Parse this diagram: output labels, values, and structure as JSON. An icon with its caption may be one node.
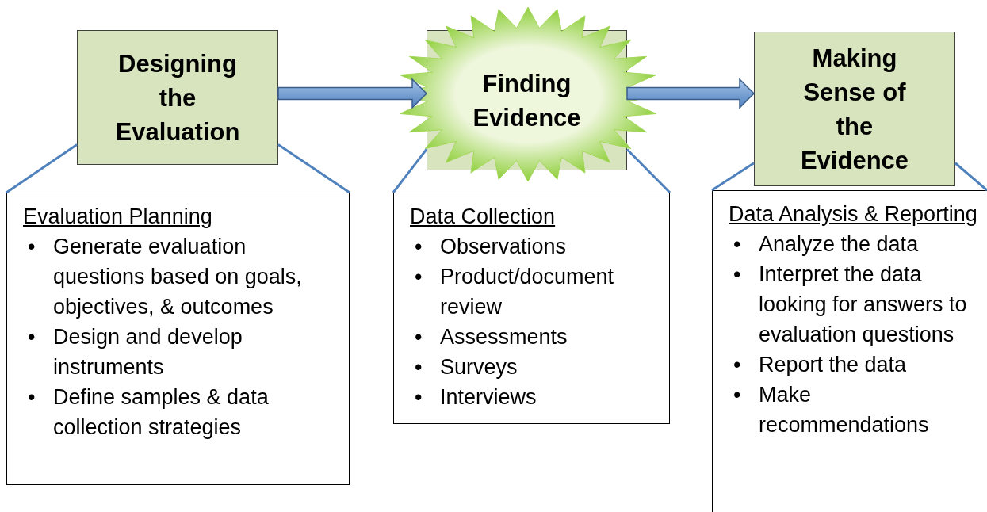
{
  "diagram": {
    "nodes": [
      {
        "text": [
          "Designing the Evaluation"
        ]
      },
      {
        "text": [
          "Finding Evidence"
        ]
      },
      {
        "text": [
          "Making Sense of the Evidence"
        ]
      },
      {
        "text": [
          "Evaluation Planning",
          "• Generate evaluation questions based on goals, objectives, & outcomes",
          "• Design and develop instruments",
          "• Define samples & data collection strategies"
        ]
      },
      {
        "text": [
          "Data Collection",
          "• Observations",
          "• Product/document review",
          "• Assessments",
          "• Surveys",
          "• Interviews"
        ]
      },
      {
        "text": [
          "Data Analysis & Reporting",
          "• Analyze the data",
          "• Interpret the data looking for answers to evaluation questions",
          "• Report the data",
          "• Make recommendations"
        ]
      }
    ],
    "edges": [
      {
        "from": 0,
        "to": 1,
        "arrow": "to",
        "style": "thick"
      },
      {
        "from": 1,
        "to": 2,
        "arrow": "to",
        "style": "thick"
      },
      {
        "from": 0,
        "to": 3,
        "arrow": "none"
      },
      {
        "from": 0,
        "to": 3,
        "arrow": "none"
      },
      {
        "from": 1,
        "to": 4,
        "arrow": "none"
      },
      {
        "from": 1,
        "to": 4,
        "arrow": "none"
      },
      {
        "from": 2,
        "to": 5,
        "arrow": "none"
      },
      {
        "from": 2,
        "to": 5,
        "arrow": "none"
      }
    ]
  }
}
